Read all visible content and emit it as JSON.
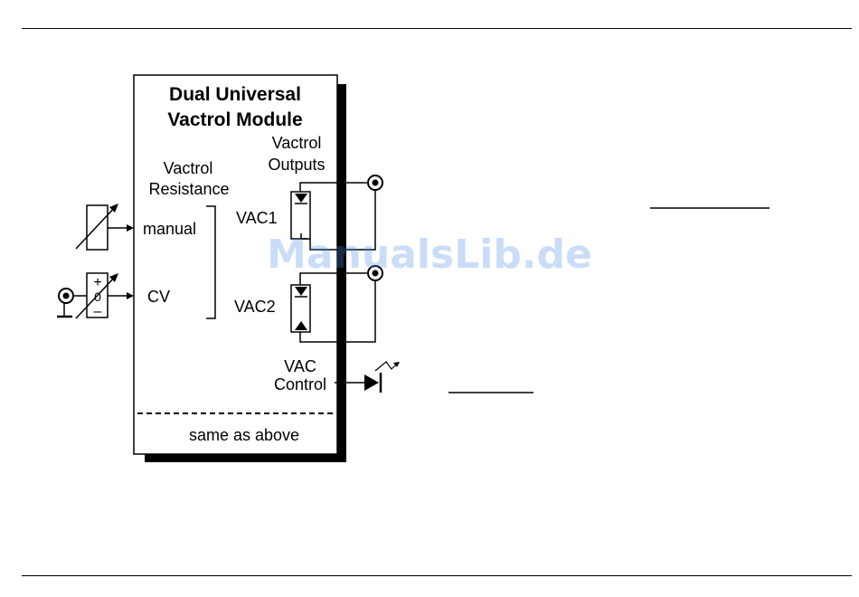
{
  "module": {
    "title_line1": "Dual Universal",
    "title_line2": "Vactrol Module",
    "outputs_label_line1": "Vactrol",
    "outputs_label_line2": "Outputs",
    "resistance_label_line1": "Vactrol",
    "resistance_label_line2": "Resistance",
    "manual_label": "manual",
    "cv_label": "CV",
    "vac1_label": "VAC1",
    "vac2_label": "VAC2",
    "control_label_line1": "VAC",
    "control_label_line2": "Control",
    "same_label": "same as above"
  },
  "symbols": {
    "plus": "+",
    "zero": "0",
    "minus": "–"
  },
  "watermark": "ManualsLib.de"
}
